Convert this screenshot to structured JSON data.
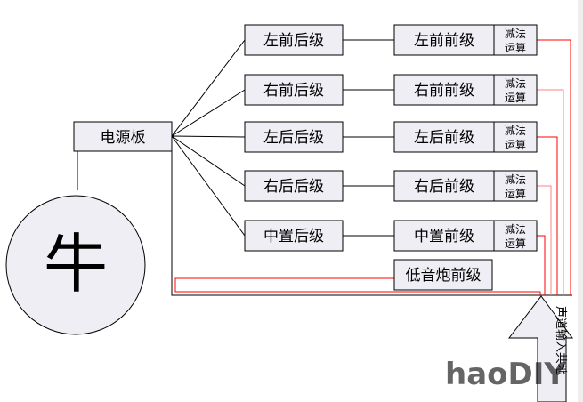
{
  "power_board": "电源板",
  "motor_label": "牛",
  "channels": [
    {
      "rear": "左前后级",
      "front": "左前前级",
      "sub_top": "减法",
      "sub_bottom": "运算"
    },
    {
      "rear": "右前后级",
      "front": "右前前级",
      "sub_top": "减法",
      "sub_bottom": "运算"
    },
    {
      "rear": "左后后级",
      "front": "左后前级",
      "sub_top": "减法",
      "sub_bottom": "运算"
    },
    {
      "rear": "右后后级",
      "front": "右后前级",
      "sub_top": "减法",
      "sub_bottom": "运算"
    },
    {
      "rear": "中置后级",
      "front": "中置前级",
      "sub_top": "减法",
      "sub_bottom": "运算"
    }
  ],
  "subwoofer": "低音炮前级",
  "arrow_label": "声道输入共地",
  "watermark": "haoDIY.net DIY真有趣",
  "colors": {
    "box_fill": "#eeeef4",
    "red_line": "#ff0000",
    "pink_line": "#ff8080"
  }
}
